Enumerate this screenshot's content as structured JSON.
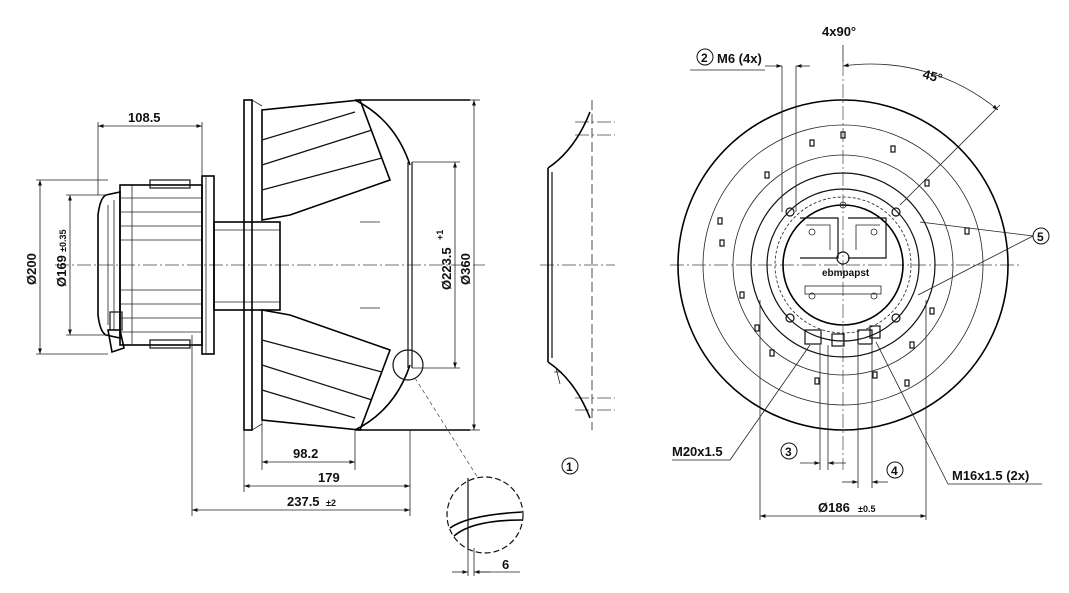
{
  "drawing": {
    "side_view": {
      "dims": {
        "d108_5": "108.5",
        "d200": "Ø200",
        "d169": "Ø169",
        "d169_tol": "±0.35",
        "d223_5": "Ø223.5",
        "d223_5_tol": "+1",
        "d360": "Ø360",
        "d98_2": "98.2",
        "d179": "179",
        "d237_5": "237.5",
        "d237_5_tol": "±2",
        "d6": "6"
      }
    },
    "inlet_ring_view": {
      "callout_1": "1"
    },
    "front_view": {
      "angle_4x90": "4x90°",
      "angle_45": "45°",
      "callout_2": "2",
      "m6_label": "M6 (4x)",
      "callout_3": "3",
      "callout_4": "4",
      "callout_5": "5",
      "m20_label": "M20x1.5",
      "m16_label": "M16x1.5 (2x)",
      "d186": "Ø186",
      "d186_tol": "±0.5",
      "logo_text": "ebmpapst"
    }
  }
}
